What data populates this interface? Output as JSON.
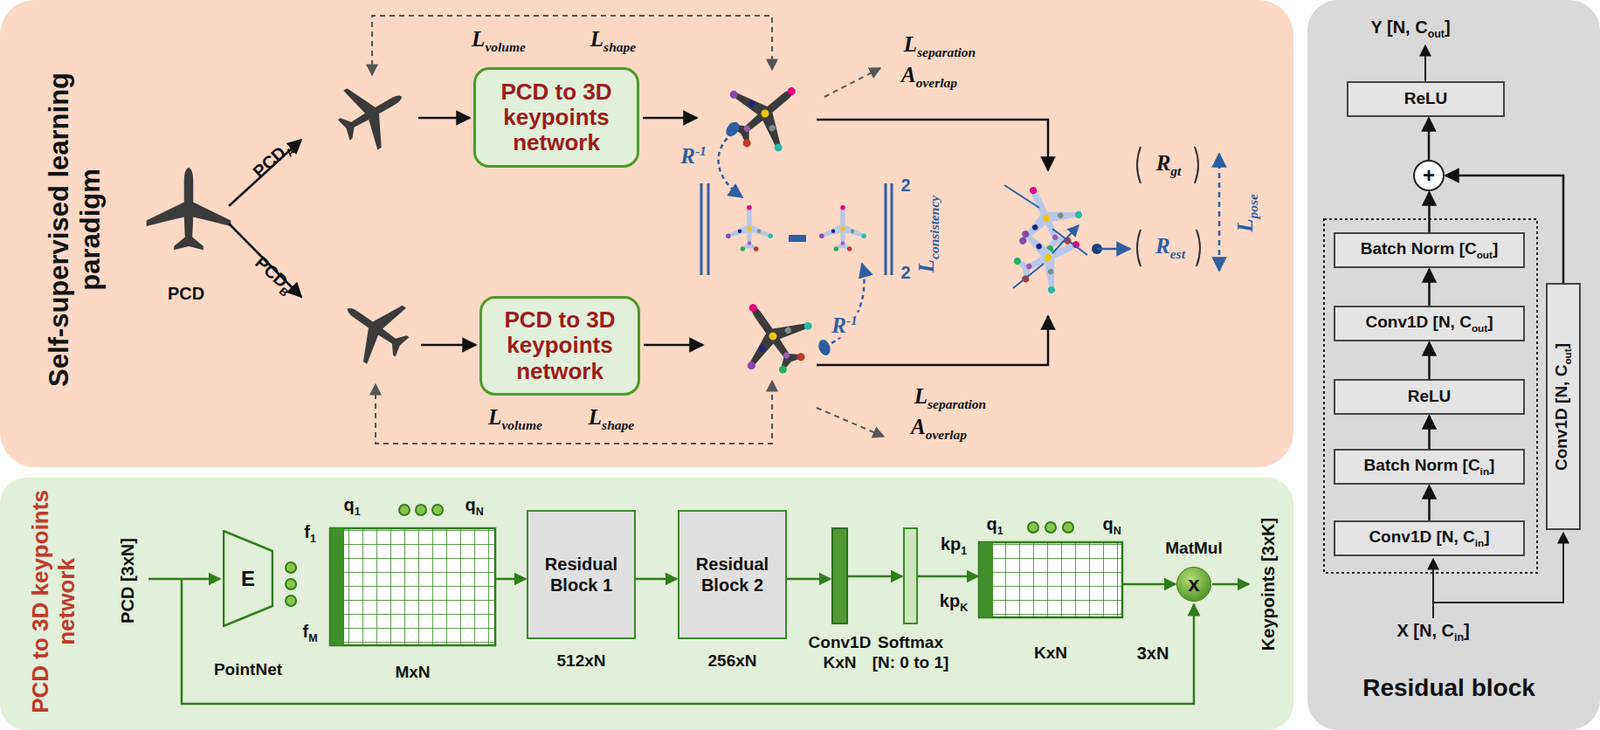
{
  "diagram": {
    "nodes": [
      {
        "text": [
          "Self-supervised learning paradigm"
        ]
      },
      {
        "text": [
          "PCD to 3D keypoints network"
        ],
        "in": 0
      },
      {
        "text": [
          "PCD to 3D keypoints network"
        ],
        "in": 0
      },
      {
        "text": [
          "PCD to 3D keypoints network"
        ]
      },
      {
        "text": [
          "E",
          "PointNet"
        ],
        "in": 3
      },
      {
        "text": [
          "MxN"
        ],
        "in": 3
      },
      {
        "text": [
          "Residual Block 1",
          "512xN"
        ],
        "in": 3
      },
      {
        "text": [
          "Residual Block 2",
          "256xN"
        ],
        "in": 3
      },
      {
        "text": [
          "Conv1D KxN"
        ],
        "in": 3
      },
      {
        "text": [
          "Softmax [N: 0 to 1]"
        ],
        "in": 3
      },
      {
        "text": [
          "KxN"
        ],
        "in": 3
      },
      {
        "text": [
          "x",
          "MatMul"
        ],
        "in": 3
      },
      {
        "text": [
          "Residual block"
        ]
      },
      {
        "text": [
          "ReLU"
        ],
        "in": 12
      },
      {
        "text": [
          "+"
        ],
        "in": 12
      },
      {
        "text": [
          "Batch Norm [Cout]"
        ],
        "in": 12
      },
      {
        "text": [
          "Conv1D [N, Cout]"
        ],
        "in": 12
      },
      {
        "text": [
          "ReLU"
        ],
        "in": 12
      },
      {
        "text": [
          "Batch Norm [Cin]"
        ],
        "in": 12
      },
      {
        "text": [
          "Conv1D [N, Cin]"
        ],
        "in": 12
      },
      {
        "text": [
          "Conv1D [N, Cout]"
        ],
        "in": 12
      }
    ],
    "edges": [
      {
        "from": 5,
        "to": 6,
        "arrow": "to"
      },
      {
        "from": 6,
        "to": 7,
        "arrow": "to"
      },
      {
        "from": 7,
        "to": 8,
        "arrow": "to"
      },
      {
        "from": 8,
        "to": 9,
        "arrow": "to"
      },
      {
        "from": 9,
        "to": 10,
        "arrow": "to"
      },
      {
        "from": 10,
        "to": 11,
        "arrow": "to"
      },
      {
        "from": 19,
        "to": 18,
        "arrow": "to"
      },
      {
        "from": 18,
        "to": 17,
        "arrow": "to"
      },
      {
        "from": 17,
        "to": 16,
        "arrow": "to"
      },
      {
        "from": 16,
        "to": 15,
        "arrow": "to"
      },
      {
        "from": 15,
        "to": 14,
        "arrow": "to"
      },
      {
        "from": 20,
        "to": 14,
        "arrow": "to"
      },
      {
        "from": 14,
        "to": 13,
        "arrow": "to"
      }
    ],
    "labels": [
      "Lvolume",
      "Lshape",
      "PCDA",
      "PCDB",
      "PCD",
      "Lseparation",
      "Aoverlap",
      "R-1",
      "2",
      "2",
      "Lconsistency",
      "R-1",
      "Rgt",
      "Rest",
      "Lpose",
      "Lvolume",
      "Lshape",
      "Lseparation",
      "Aoverlap",
      "PCD [3xN]",
      "f1",
      "fM",
      "q1",
      "qN",
      "kp1",
      "kpK",
      "q1",
      "qN",
      "3xN",
      "Keypoints [3xK]",
      "Y [N, Cout]",
      "X [N, Cin]"
    ]
  }
}
